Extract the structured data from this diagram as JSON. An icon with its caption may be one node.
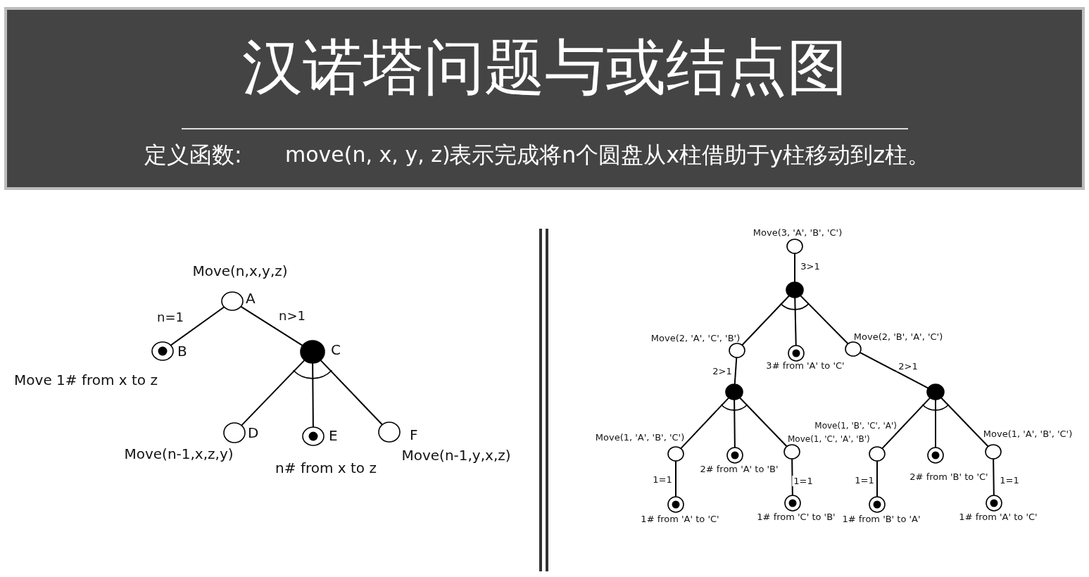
{
  "diagram": {
    "title": "汉诺塔问题与或结点图",
    "nodes": [
      {
        "text": [],
        "shape": "circle",
        "beside": [
          "Move(n,x,y,z)",
          "A"
        ]
      },
      {
        "text": [],
        "shape": "target",
        "beside": [
          "B",
          "Move 1# from x to z"
        ]
      },
      {
        "text": [],
        "shape": "disc",
        "beside": [
          "C"
        ]
      },
      {
        "text": [],
        "shape": "circle",
        "beside": [
          "D",
          "Move(n-1,x,z,y)"
        ]
      },
      {
        "text": [],
        "shape": "target",
        "beside": [
          "E",
          "n# from x to z"
        ]
      },
      {
        "text": [],
        "shape": "circle",
        "beside": [
          "F",
          "Move(n-1,y,x,z)"
        ]
      },
      {
        "text": [],
        "shape": "circle",
        "beside": [
          "Move(3, 'A', 'B', 'C')"
        ]
      },
      {
        "text": [],
        "shape": "disc"
      },
      {
        "text": [],
        "shape": "circle",
        "beside": [
          "Move(2, 'A', 'C', 'B')"
        ]
      },
      {
        "text": [],
        "shape": "target",
        "beside": [
          "3# from 'A' to 'C'"
        ]
      },
      {
        "text": [],
        "shape": "circle",
        "beside": [
          "Move(2, 'B', 'A', 'C')"
        ]
      },
      {
        "text": [],
        "shape": "disc"
      },
      {
        "text": [],
        "shape": "disc"
      },
      {
        "text": [],
        "shape": "circle",
        "beside": [
          "Move(1, 'A', 'B', 'C')"
        ]
      },
      {
        "text": [],
        "shape": "target",
        "beside": [
          "2# from 'A' to 'B'"
        ]
      },
      {
        "text": [],
        "shape": "circle",
        "beside": [
          "Move(1, 'C', 'A', 'B')"
        ]
      },
      {
        "text": [],
        "shape": "circle",
        "beside": [
          "Move(1, 'B', 'C', 'A')"
        ]
      },
      {
        "text": [],
        "shape": "target",
        "beside": [
          "2# from 'B' to 'C'"
        ]
      },
      {
        "text": [],
        "shape": "circle",
        "beside": [
          "Move(1, 'A', 'B', 'C')"
        ]
      },
      {
        "text": [],
        "shape": "target",
        "beside": [
          "1# from 'A' to 'C'"
        ]
      },
      {
        "text": [],
        "shape": "target",
        "beside": [
          "1# from 'C' to 'B'"
        ]
      },
      {
        "text": [],
        "shape": "target",
        "beside": [
          "1# from 'B' to 'A'"
        ]
      },
      {
        "text": [],
        "shape": "target",
        "beside": [
          "1# from 'A' to 'C'"
        ]
      }
    ],
    "edges": [
      {
        "from": 0,
        "to": 1,
        "arrow": "none",
        "label": "n=1"
      },
      {
        "from": 0,
        "to": 2,
        "arrow": "none",
        "label": "n>1"
      },
      {
        "from": 2,
        "to": 3,
        "arrow": "none"
      },
      {
        "from": 2,
        "to": 4,
        "arrow": "none"
      },
      {
        "from": 2,
        "to": 5,
        "arrow": "none"
      },
      {
        "from": 6,
        "to": 7,
        "arrow": "none",
        "label": "3>1"
      },
      {
        "from": 7,
        "to": 8,
        "arrow": "none"
      },
      {
        "from": 7,
        "to": 9,
        "arrow": "none"
      },
      {
        "from": 7,
        "to": 10,
        "arrow": "none"
      },
      {
        "from": 8,
        "to": 11,
        "arrow": "none",
        "label": "2>1"
      },
      {
        "from": 10,
        "to": 12,
        "arrow": "none",
        "label": "2>1"
      },
      {
        "from": 11,
        "to": 13,
        "arrow": "none"
      },
      {
        "from": 11,
        "to": 14,
        "arrow": "none"
      },
      {
        "from": 11,
        "to": 15,
        "arrow": "none"
      },
      {
        "from": 12,
        "to": 16,
        "arrow": "none"
      },
      {
        "from": 12,
        "to": 17,
        "arrow": "none"
      },
      {
        "from": 12,
        "to": 18,
        "arrow": "none"
      },
      {
        "from": 13,
        "to": 19,
        "arrow": "none",
        "label": "1=1"
      },
      {
        "from": 15,
        "to": 20,
        "arrow": "none",
        "label": "1=1"
      },
      {
        "from": 16,
        "to": 21,
        "arrow": "none",
        "label": "1=1"
      },
      {
        "from": 18,
        "to": 22,
        "arrow": "none",
        "label": "1=1"
      }
    ],
    "labels": [
      "定义函数:",
      "move(n, x, y, z)",
      "表示完成将n个圆盘从x柱借助于y柱移动到z柱。"
    ]
  }
}
